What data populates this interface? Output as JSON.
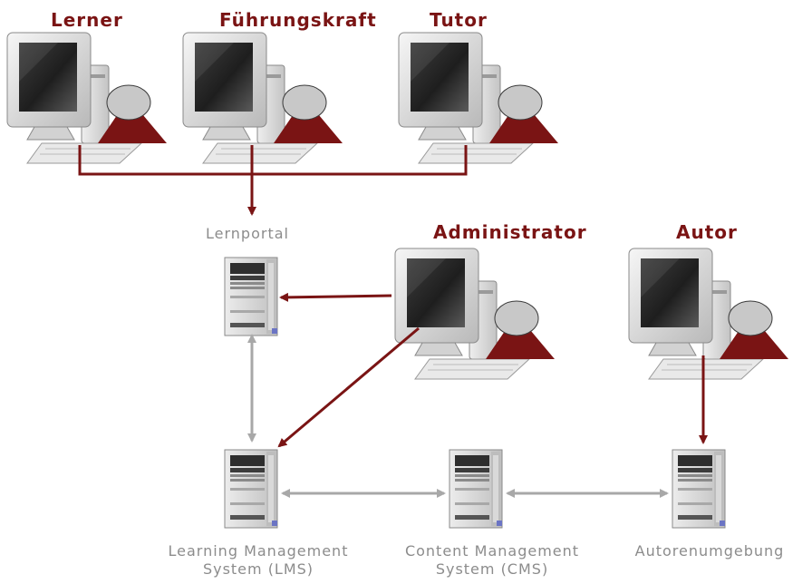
{
  "colors": {
    "accent": "#7a1414",
    "system_text": "#8c8c8c",
    "connector_gray": "#a8a8a8"
  },
  "roles": {
    "lerner": "Lerner",
    "fuehrungskraft": "Führungskraft",
    "tutor": "Tutor",
    "administrator": "Administrator",
    "autor": "Autor"
  },
  "systems": {
    "lernportal": "Lernportal",
    "lms_line1": "Learning Management",
    "lms_line2": "System (LMS)",
    "cms_line1": "Content Management",
    "cms_line2": "System (CMS)",
    "autorenumgebung": "Autorenumgebung"
  }
}
